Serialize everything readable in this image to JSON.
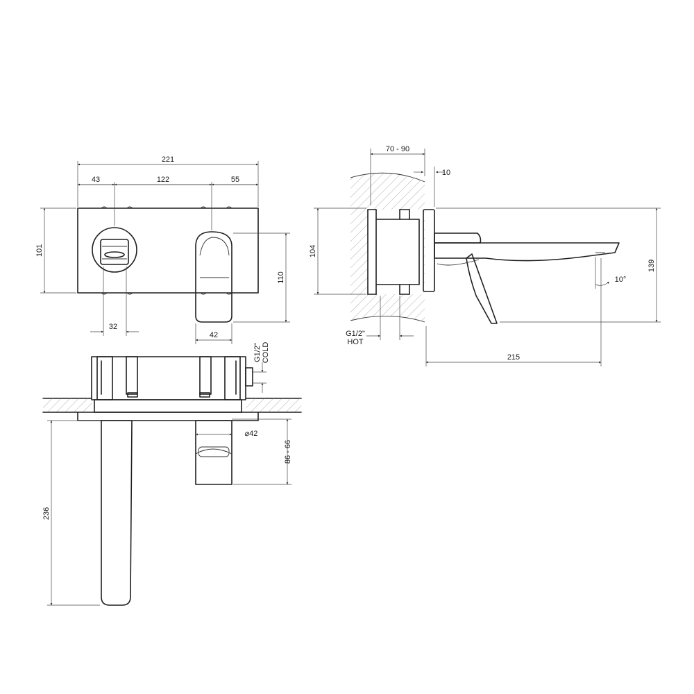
{
  "front_view": {
    "overall_width": "221",
    "left_offset": "43",
    "center_distance": "122",
    "right_offset": "55",
    "plate_height": "101",
    "lever_drop": "110",
    "outlet_width": "32",
    "lever_width": "42"
  },
  "side_view": {
    "wall_depth": "70 - 90",
    "plate_thickness": "10",
    "body_height": "104",
    "total_height": "139",
    "projection": "215",
    "spout_angle": "10°",
    "hot_label": "G1/2\"",
    "hot_sublabel": "HOT"
  },
  "top_view": {
    "cold_label": "G1/2\"",
    "cold_sublabel": "COLD",
    "lever_diameter": "⌀42",
    "lever_height": "86 - 66",
    "spout_length": "236"
  }
}
